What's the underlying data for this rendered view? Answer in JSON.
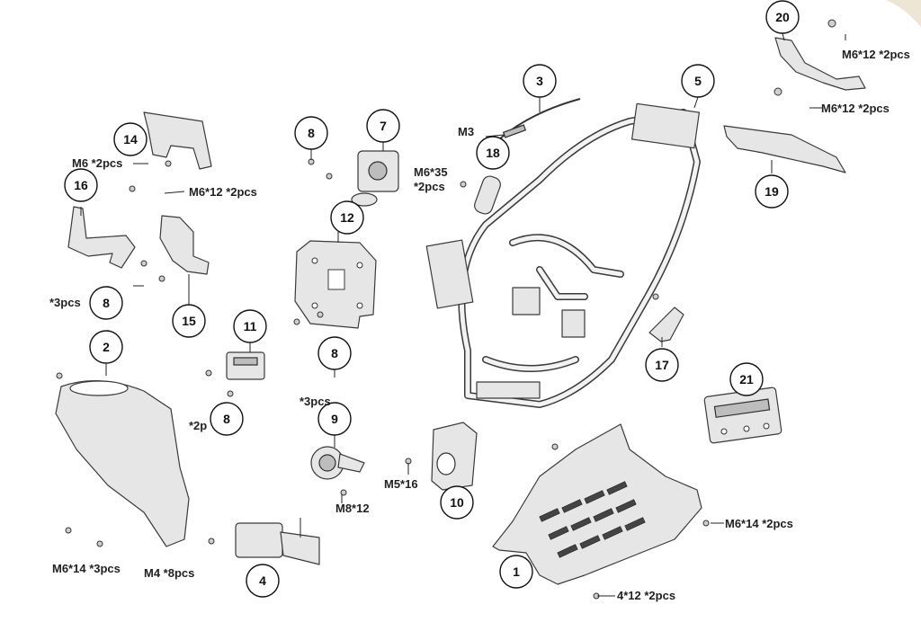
{
  "callouts": [
    "1",
    "2",
    "3",
    "4",
    "5",
    "7",
    "8",
    "8",
    "8",
    "8",
    "9",
    "10",
    "11",
    "12",
    "14",
    "15",
    "16",
    "17",
    "18",
    "19",
    "20",
    "21"
  ],
  "labels": {
    "m6x12_2pcs_top": "M6*12 *2pcs",
    "m6x12_2pcs_right": "M6*12 *2pcs",
    "m3": "M3",
    "m6x35_line1": "M6*35",
    "m6x35_line2": "*2pcs",
    "m6_2pcs": "M6 *2pcs",
    "m6x12_2pcs_left": "M6*12 *2pcs",
    "pcs3_left": "*3pcs",
    "pcs3_center": "*3pcs",
    "pcs2_partial": "*2p",
    "m5x16": "M5*16",
    "m8x12": "M8*12",
    "m6x14_3pcs": "M6*14 *3pcs",
    "m4_8pcs": "M4 *8pcs",
    "m6x14_2pcs": "M6*14 *2pcs",
    "m4x12_2pcs": "4*12 *2pcs"
  },
  "colors": {
    "line": "#3a3a3a",
    "part_fill": "#e6e6e6",
    "background": "#ffffff",
    "corner_tint": "#ede6d4"
  }
}
